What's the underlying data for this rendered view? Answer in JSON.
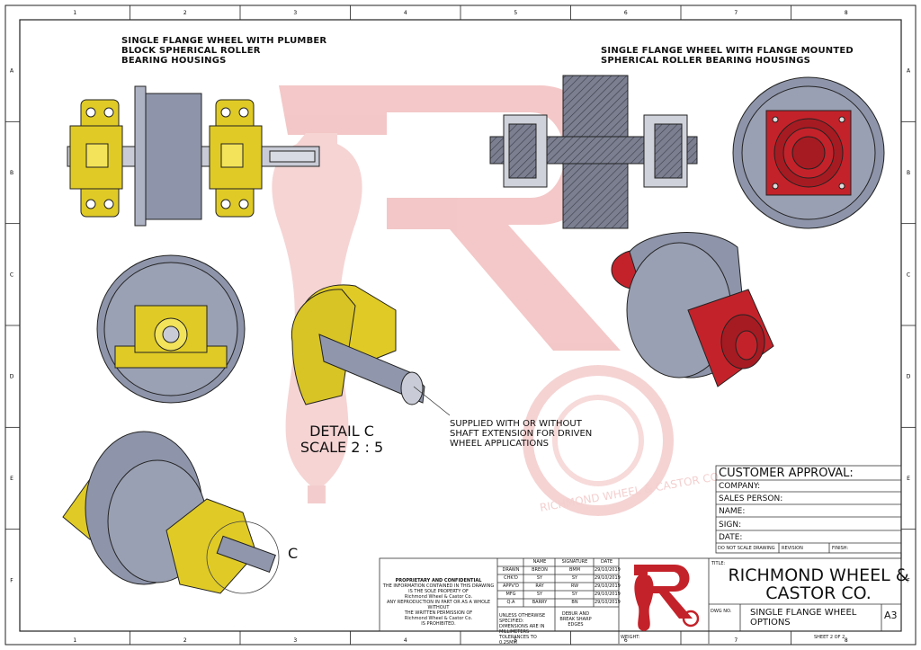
{
  "border": {
    "columns": [
      "1",
      "2",
      "3",
      "4",
      "5",
      "6",
      "7",
      "8"
    ],
    "rows": [
      "A",
      "B",
      "C",
      "D",
      "E",
      "F"
    ]
  },
  "views": {
    "left_title": "SINGLE FLANGE WHEEL WITH PLUMBER BLOCK SPHERICAL ROLLER BEARING HOUSINGS",
    "left_title_lines": [
      "SINGLE FLANGE WHEEL WITH PLUMBER",
      "BLOCK SPHERICAL ROLLER",
      "BEARING HOUSINGS"
    ],
    "right_title_lines": [
      "SINGLE FLANGE WHEEL WITH FLANGE MOUNTED",
      "SPHERICAL ROLLER BEARING HOUSINGS"
    ],
    "detail_label_lines": [
      "DETAIL C",
      "SCALE 2 : 5"
    ],
    "note_lines": [
      "SUPPLIED WITH OR WITHOUT",
      "SHAFT EXTENSION FOR DRIVEN",
      "WHEEL APPLICATIONS"
    ],
    "callout": "C"
  },
  "colors": {
    "yellow": "#e3cf2a",
    "grey": "#8c93a8",
    "red": "#c4222a",
    "watermark": "#e8a4a4"
  },
  "customer_approval": {
    "title": "CUSTOMER APPROVAL:",
    "fields": [
      "COMPANY:",
      "SALES PERSON:",
      "NAME:",
      "SIGN:",
      "DATE:"
    ],
    "footer": [
      "DO NOT SCALE DRAWING",
      "REVISION",
      "FINISH:"
    ]
  },
  "proprietary": {
    "title": "PROPRIETARY AND CONFIDENTIAL",
    "lines": [
      "THE INFORMATION CONTAINED IN THIS DRAWING",
      "IS THE SOLE PROPERTY OF",
      "Richmond Wheel & Castor Co.",
      "ANY REPRODUCTION IN PART OR AS A WHOLE WITHOUT",
      "THE WRITTEN PERMISSION OF",
      "Richmond Wheel & Castor Co.",
      "IS PROHIBITED."
    ]
  },
  "signoff": {
    "headers": [
      "",
      "NAME",
      "SIGNATURE",
      "DATE"
    ],
    "rows": [
      [
        "DRAWN",
        "BREON",
        "BMM",
        "29/10/2019"
      ],
      [
        "CHK'D",
        "SY",
        "SY",
        "29/10/2019"
      ],
      [
        "APPV'D",
        "RAY",
        "RW",
        "29/10/2019"
      ],
      [
        "MFG",
        "SY",
        "SY",
        "29/10/2019"
      ],
      [
        "Q.A",
        "BARRY",
        "BN",
        "29/10/2019"
      ]
    ],
    "unless_lines": [
      "UNLESS OTHERWISE SPECIFIED:",
      "DIMENSIONS ARE IN MILLIMETERS",
      "TOLERANCES TO 0.25MM"
    ],
    "deburr_lines": [
      "DEBUR AND",
      "BREAK SHARP",
      "EDGES"
    ],
    "weight_label": "WEIGHT:"
  },
  "title_block": {
    "title_label": "TITLE:",
    "company_lines": [
      "RICHMOND WHEEL &",
      "CASTOR CO."
    ],
    "dwg_label": "DWG NO.",
    "dwg_name_lines": [
      "SINGLE FLANGE WHEEL",
      "OPTIONS"
    ],
    "size": "A3",
    "sheet": "SHEET 2 OF 2"
  }
}
